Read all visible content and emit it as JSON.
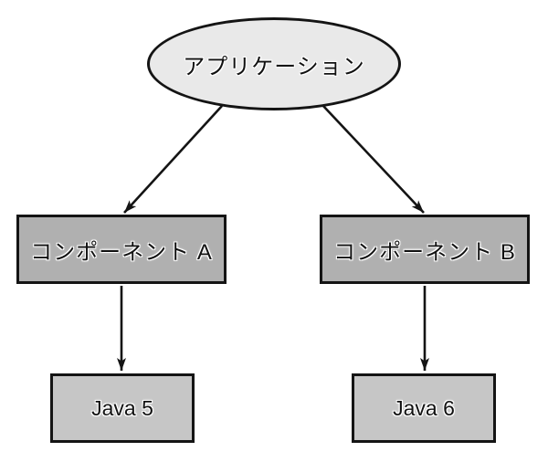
{
  "diagram": {
    "type": "tree-dependency-diagram",
    "nodes": {
      "application": {
        "label": "アプリケーション",
        "shape": "ellipse",
        "fill": "#e9e9e9"
      },
      "component_a": {
        "label": "コンポーネント A",
        "shape": "rect",
        "fill": "#b0b0b0"
      },
      "component_b": {
        "label": "コンポーネント B",
        "shape": "rect",
        "fill": "#b0b0b0"
      },
      "java_5": {
        "label": "Java 5",
        "shape": "rect",
        "fill": "#c6c6c6"
      },
      "java_6": {
        "label": "Java 6",
        "shape": "rect",
        "fill": "#c6c6c6"
      }
    },
    "edges": [
      {
        "from": "application",
        "to": "component_a",
        "style": "arrow"
      },
      {
        "from": "application",
        "to": "component_b",
        "style": "arrow"
      },
      {
        "from": "component_a",
        "to": "java_5",
        "style": "arrow"
      },
      {
        "from": "component_b",
        "to": "java_6",
        "style": "arrow"
      }
    ],
    "colors": {
      "background": "#ffffff",
      "stroke": "#141414",
      "text": "#111111"
    }
  }
}
